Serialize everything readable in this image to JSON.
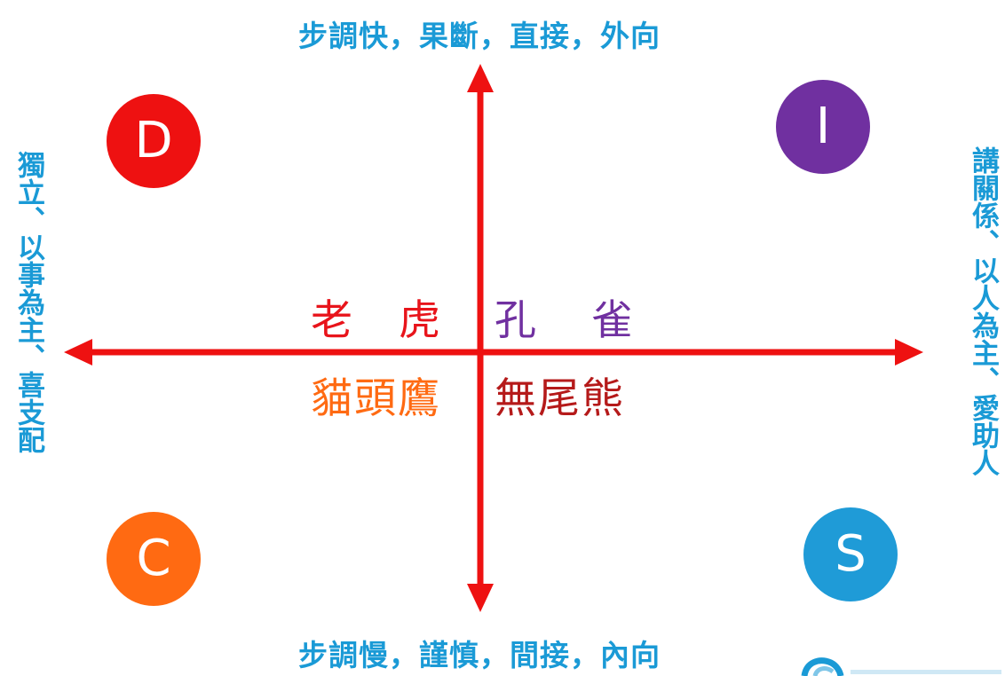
{
  "labels": {
    "top": "步調快，果斷，直接，外向",
    "bottom": "步調慢，謹慎，間接，內向",
    "left": "獨立、以事為主、喜支配",
    "right": "講關係、以人為主、愛助人"
  },
  "quadrants": {
    "d": {
      "letter": "D",
      "animal": "老虎",
      "color": "#ee1111"
    },
    "i": {
      "letter": "I",
      "animal": "孔雀",
      "color": "#7030a0"
    },
    "c": {
      "letter": "C",
      "animal": "貓頭鷹",
      "color": "#ff6a12"
    },
    "s": {
      "letter": "S",
      "animal": "無尾熊",
      "color": "#1f9bd7"
    }
  },
  "colors": {
    "axis": "#ee1111",
    "edge_text": "#1a9ad6"
  }
}
